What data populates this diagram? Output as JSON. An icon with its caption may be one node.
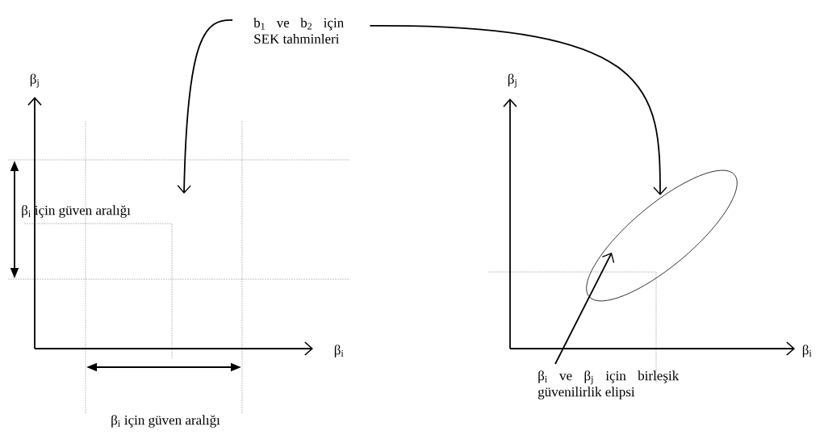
{
  "diagram": {
    "nodes": [
      {
        "text": [
          "b$_{1}$ ve b$_{2}$ için SEK tahminleri"
        ]
      },
      {
        "text": [],
        "shape": "ellipse"
      },
      {
        "text": [
          "β$_{i}$ ve β$_{j}$ için birleşik güvenilirlik elipsi"
        ]
      }
    ],
    "edges": [
      {
        "from": 0,
        "to": null,
        "arrow": "to"
      },
      {
        "from": 0,
        "to": 1,
        "arrow": "to"
      },
      {
        "from": 2,
        "to": 1,
        "arrow": "to"
      }
    ],
    "labels": [
      "β$_{j}$",
      "β$_{i}$ için güven aralığı",
      "β$_{i}$",
      "β$_{i}$ için güven aralığı",
      "β$_{j}$",
      "β$_{i}$"
    ]
  }
}
